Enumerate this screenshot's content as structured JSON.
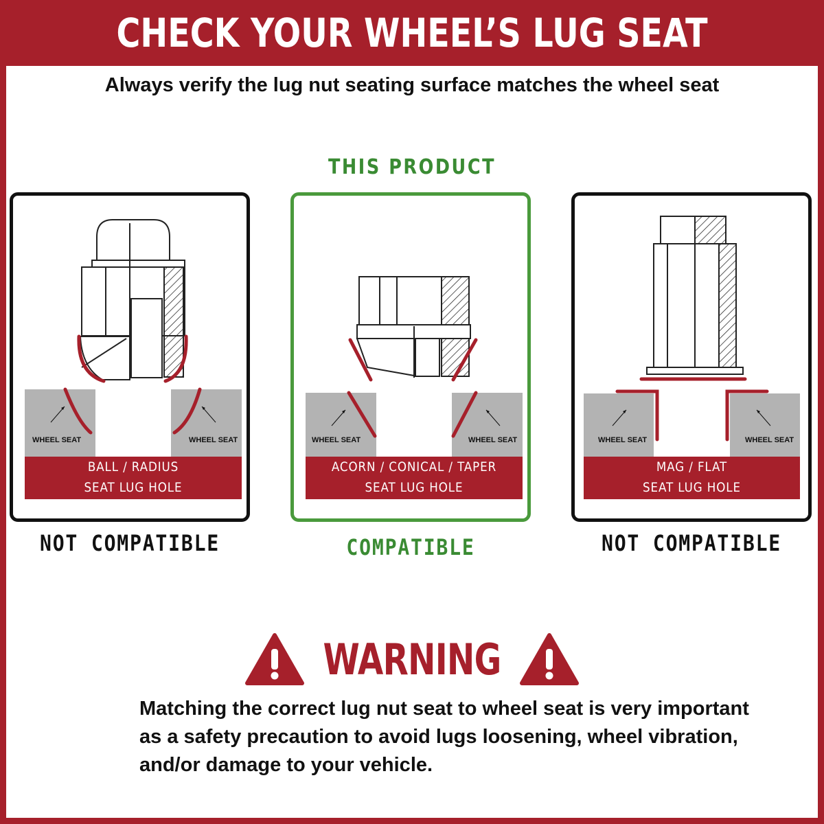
{
  "header": {
    "title": "CHECK YOUR WHEEL’S LUG SEAT"
  },
  "subtitle": "Always verify the lug nut seating surface matches the wheel seat",
  "highlight_label": "THIS PRODUCT",
  "panels": [
    {
      "seat_left": "WHEEL SEAT",
      "seat_right": "WHEEL SEAT",
      "hole_line1": "BALL / RADIUS",
      "hole_line2": "SEAT LUG HOLE",
      "status": "NOT COMPATIBLE"
    },
    {
      "seat_left": "WHEEL SEAT",
      "seat_right": "WHEEL SEAT",
      "hole_line1": "ACORN / CONICAL / TAPER",
      "hole_line2": "SEAT LUG HOLE",
      "status": "COMPATIBLE"
    },
    {
      "seat_left": "WHEEL SEAT",
      "seat_right": "WHEEL SEAT",
      "hole_line1": "MAG / FLAT",
      "hole_line2": "SEAT LUG HOLE",
      "status": "NOT COMPATIBLE"
    }
  ],
  "warning": {
    "title": "WARNING",
    "body": "Matching the correct lug nut seat to wheel seat is very important as a safety precaution to avoid lugs loosening, wheel vibration, and/or damage to your vehicle."
  },
  "colors": {
    "brand_red": "#a6202b",
    "compatible_green": "#4a9a3c",
    "seat_gray": "#b3b3b3",
    "text": "#111111"
  }
}
